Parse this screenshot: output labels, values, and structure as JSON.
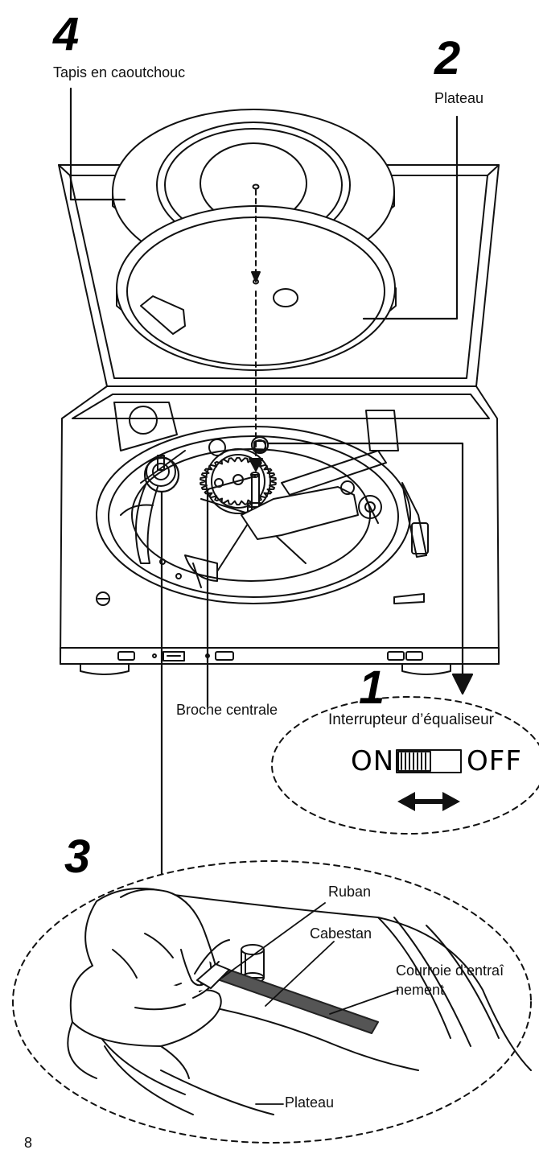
{
  "steps": {
    "s4": "4",
    "s2": "2",
    "s1": "1",
    "s3": "3"
  },
  "labels": {
    "rubber_mat": "Tapis en caoutchouc",
    "platter_top": "Plateau",
    "center_spindle": "Broche centrale",
    "equalizer_switch": "Interrupteur d’équaliseur",
    "switch_on": "ON",
    "switch_off": "OFF",
    "ribbon": "Ruban",
    "capstan": "Cabestan",
    "drive_belt_line1": "Courroie d’entraî",
    "drive_belt_line2": "nement",
    "platter_bottom": "Plateau"
  },
  "page": {
    "number": "8"
  },
  "colors": {
    "ink": "#111111",
    "belt": "#555555",
    "paper": "#ffffff"
  },
  "icons": {
    "slide_switch": "slide-switch-icon",
    "double_arrow": "double-arrow-icon"
  }
}
